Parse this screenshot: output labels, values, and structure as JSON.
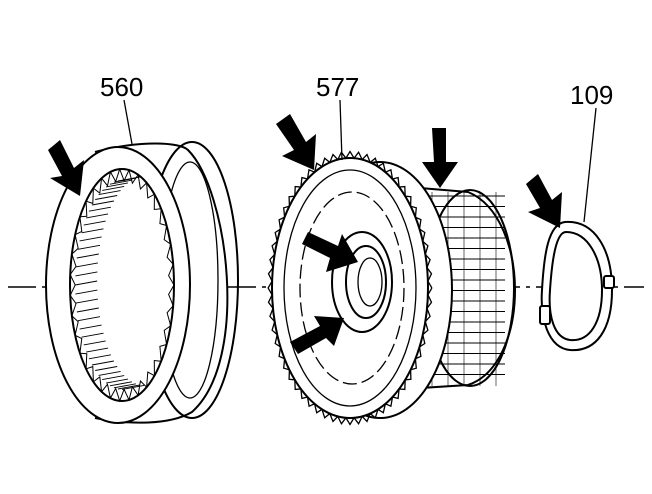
{
  "labels": {
    "ring_gear": "560",
    "carrier": "577",
    "snap_ring": "109"
  },
  "colors": {
    "line": "#000000",
    "background": "#ffffff"
  },
  "icons": [
    "arrow-icon"
  ]
}
